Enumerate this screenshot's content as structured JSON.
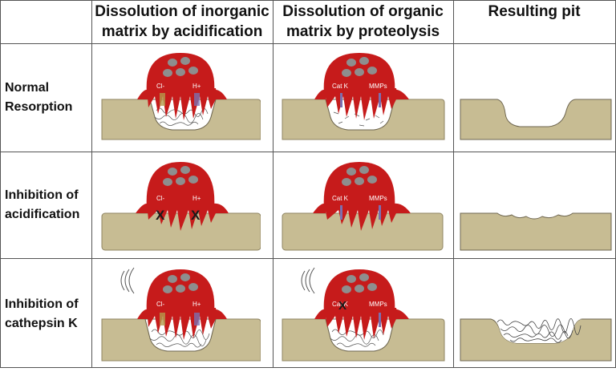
{
  "columns": [
    {
      "line1": "Dissolution of inorganic",
      "line2": "matrix by acidification"
    },
    {
      "line1": "Dissolution of organic",
      "line2": "matrix by proteolysis"
    },
    {
      "line1": "Resulting pit",
      "line2": ""
    }
  ],
  "rows": [
    {
      "line1": "Normal",
      "line2": "Resorption"
    },
    {
      "line1": "Inhibition of",
      "line2": "acidification"
    },
    {
      "line1": "Inhibition of",
      "line2": "cathepsin K"
    }
  ],
  "labels": {
    "chloride": "Cl-",
    "proton": "H+",
    "cathepsin": "Cat K",
    "mmps": "MMPs",
    "block_mark": "X"
  },
  "colors": {
    "osteoclast": "#c61b1b",
    "bone": "#c7bc93",
    "bone_edge": "#8f8462",
    "nucleus": "#8e8e8e",
    "block_mark": "#1a1a1a"
  }
}
